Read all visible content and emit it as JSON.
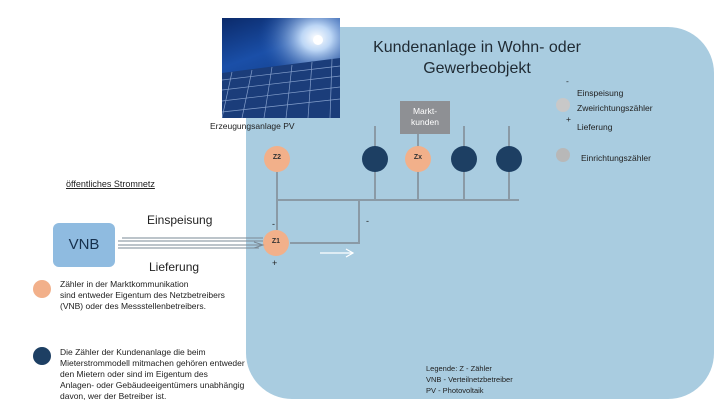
{
  "title_lines": [
    "Kundenanlage in Wohn- oder",
    "Gewerbeobjekt"
  ],
  "pv_label": "Erzeugungsanlage PV",
  "markt_kunden_lines": [
    "Markt-",
    "kunden"
  ],
  "public_grid_label": "öffentliches Stromnetz",
  "vnb_label": "VNB",
  "flow": {
    "einspeisung": "Einspeisung",
    "lieferung": "Lieferung"
  },
  "meters": {
    "z2": "Z2",
    "zx": "Zx",
    "z1": "Z1"
  },
  "signs": {
    "minus": "-",
    "plus": "+"
  },
  "legend_top": {
    "einspeisung": "Einspeisung",
    "zweirichtung": "Zweirichtungszähler",
    "lieferung": "Lieferung",
    "einrichtung": "Einrichtungszähler"
  },
  "notes": {
    "light": [
      "Zähler in der Marktkommunikation",
      "sind entweder Eigentum des Netzbetreibers",
      "(VNB) oder des Messstellenbetreibers."
    ],
    "dark": [
      "Die Zähler der Kundenanlage die beim",
      "Mieterstrommodell mitmachen gehören entweder",
      "den Mietern oder sind im Eigentum des",
      "Anlagen- oder Gebäudeeigentümers unabhängig",
      "davon, wer der Betreiber ist."
    ]
  },
  "legend_bottom": [
    "Legende: Z - Zähler",
    "VNB - Verteilnetzbetreiber",
    "PV - Photovoltaik"
  ],
  "colors": {
    "customer_area": "#a9cce0",
    "meter_light": "#f2b08a",
    "meter_dark": "#1d3f63",
    "vnb_box": "#8fbbe0",
    "markt_box": "#8e9094"
  }
}
